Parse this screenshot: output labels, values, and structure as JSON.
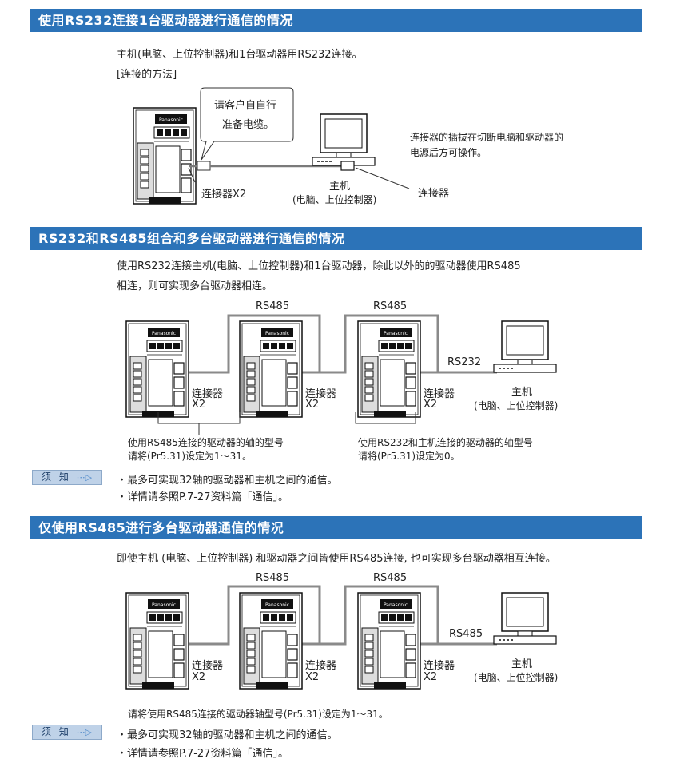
{
  "section1": {
    "title": "使用RS232连接1台驱动器进行通信的情况",
    "intro": "主机(电脑、上位控制器)和1台驱动器用RS232连接。",
    "method": "[连接的方法]",
    "callout_line1": "请客户自自行",
    "callout_line2": "准备电缆。",
    "note_line1": "连接器的插拔在切断电脑和驱动器的",
    "note_line2": "电源后方可操作。",
    "connector_x2": "连接器X2",
    "host_line1": "主机",
    "host_line2": "(电脑、上位控制器)",
    "connector": "连接器"
  },
  "section2": {
    "title": "RS232和RS485组合和多台驱动器进行通信的情况",
    "intro_line1": "使用RS232连接主机(电脑、上位控制器)和1台驱动器，除此以外的的驱动器使用RS485",
    "intro_line2": "相连，则可实现多台驱动器相连。",
    "rs485": "RS485",
    "rs232": "RS232",
    "connector": "连接器",
    "x2": "X2",
    "host_line1": "主机",
    "host_line2": "(电脑、上位控制器)",
    "cap_left_line1": "使用RS485连接的驱动器的轴的型号",
    "cap_left_line2": "请将(Pr5.31)设定为1～31。",
    "cap_right_line1": "使用RS232和主机连接的驱动器的轴型号",
    "cap_right_line2": "请将(Pr5.31)设定为0。",
    "note_label": "须 知",
    "note1": "・最多可实现32轴的驱动器和主机之间的通信。",
    "note2": "・详情请参照P.7-27资料篇「通信」。"
  },
  "section3": {
    "title": "仅使用RS485进行多台驱动器通信的情况",
    "intro": "即使主机 (电脑、上位控制器) 和驱动器之间皆使用RS485连接, 也可实现多台驱动器相互连接。",
    "rs485": "RS485",
    "connector": "连接器",
    "x2": "X2",
    "host_line1": "主机",
    "host_line2": "(电脑、上位控制器)",
    "caption": "请将使用RS485连接的驱动器轴型号(Pr5.31)设定为1～31。",
    "note_label": "须 知",
    "note1": "・最多可实现32轴的驱动器和主机之间的通信。",
    "note2": "・详情请参照P.7-27资料篇「通信」。"
  },
  "brand": "Panasonic",
  "icons": {
    "drive": "servo-drive-icon",
    "computer": "computer-monitor-icon",
    "arrow": "dotted-arrow-icon"
  },
  "colors": {
    "header_bg": "#2c73b8",
    "note_bg": "#bfd2e8",
    "cable": "#7a7a7a"
  }
}
